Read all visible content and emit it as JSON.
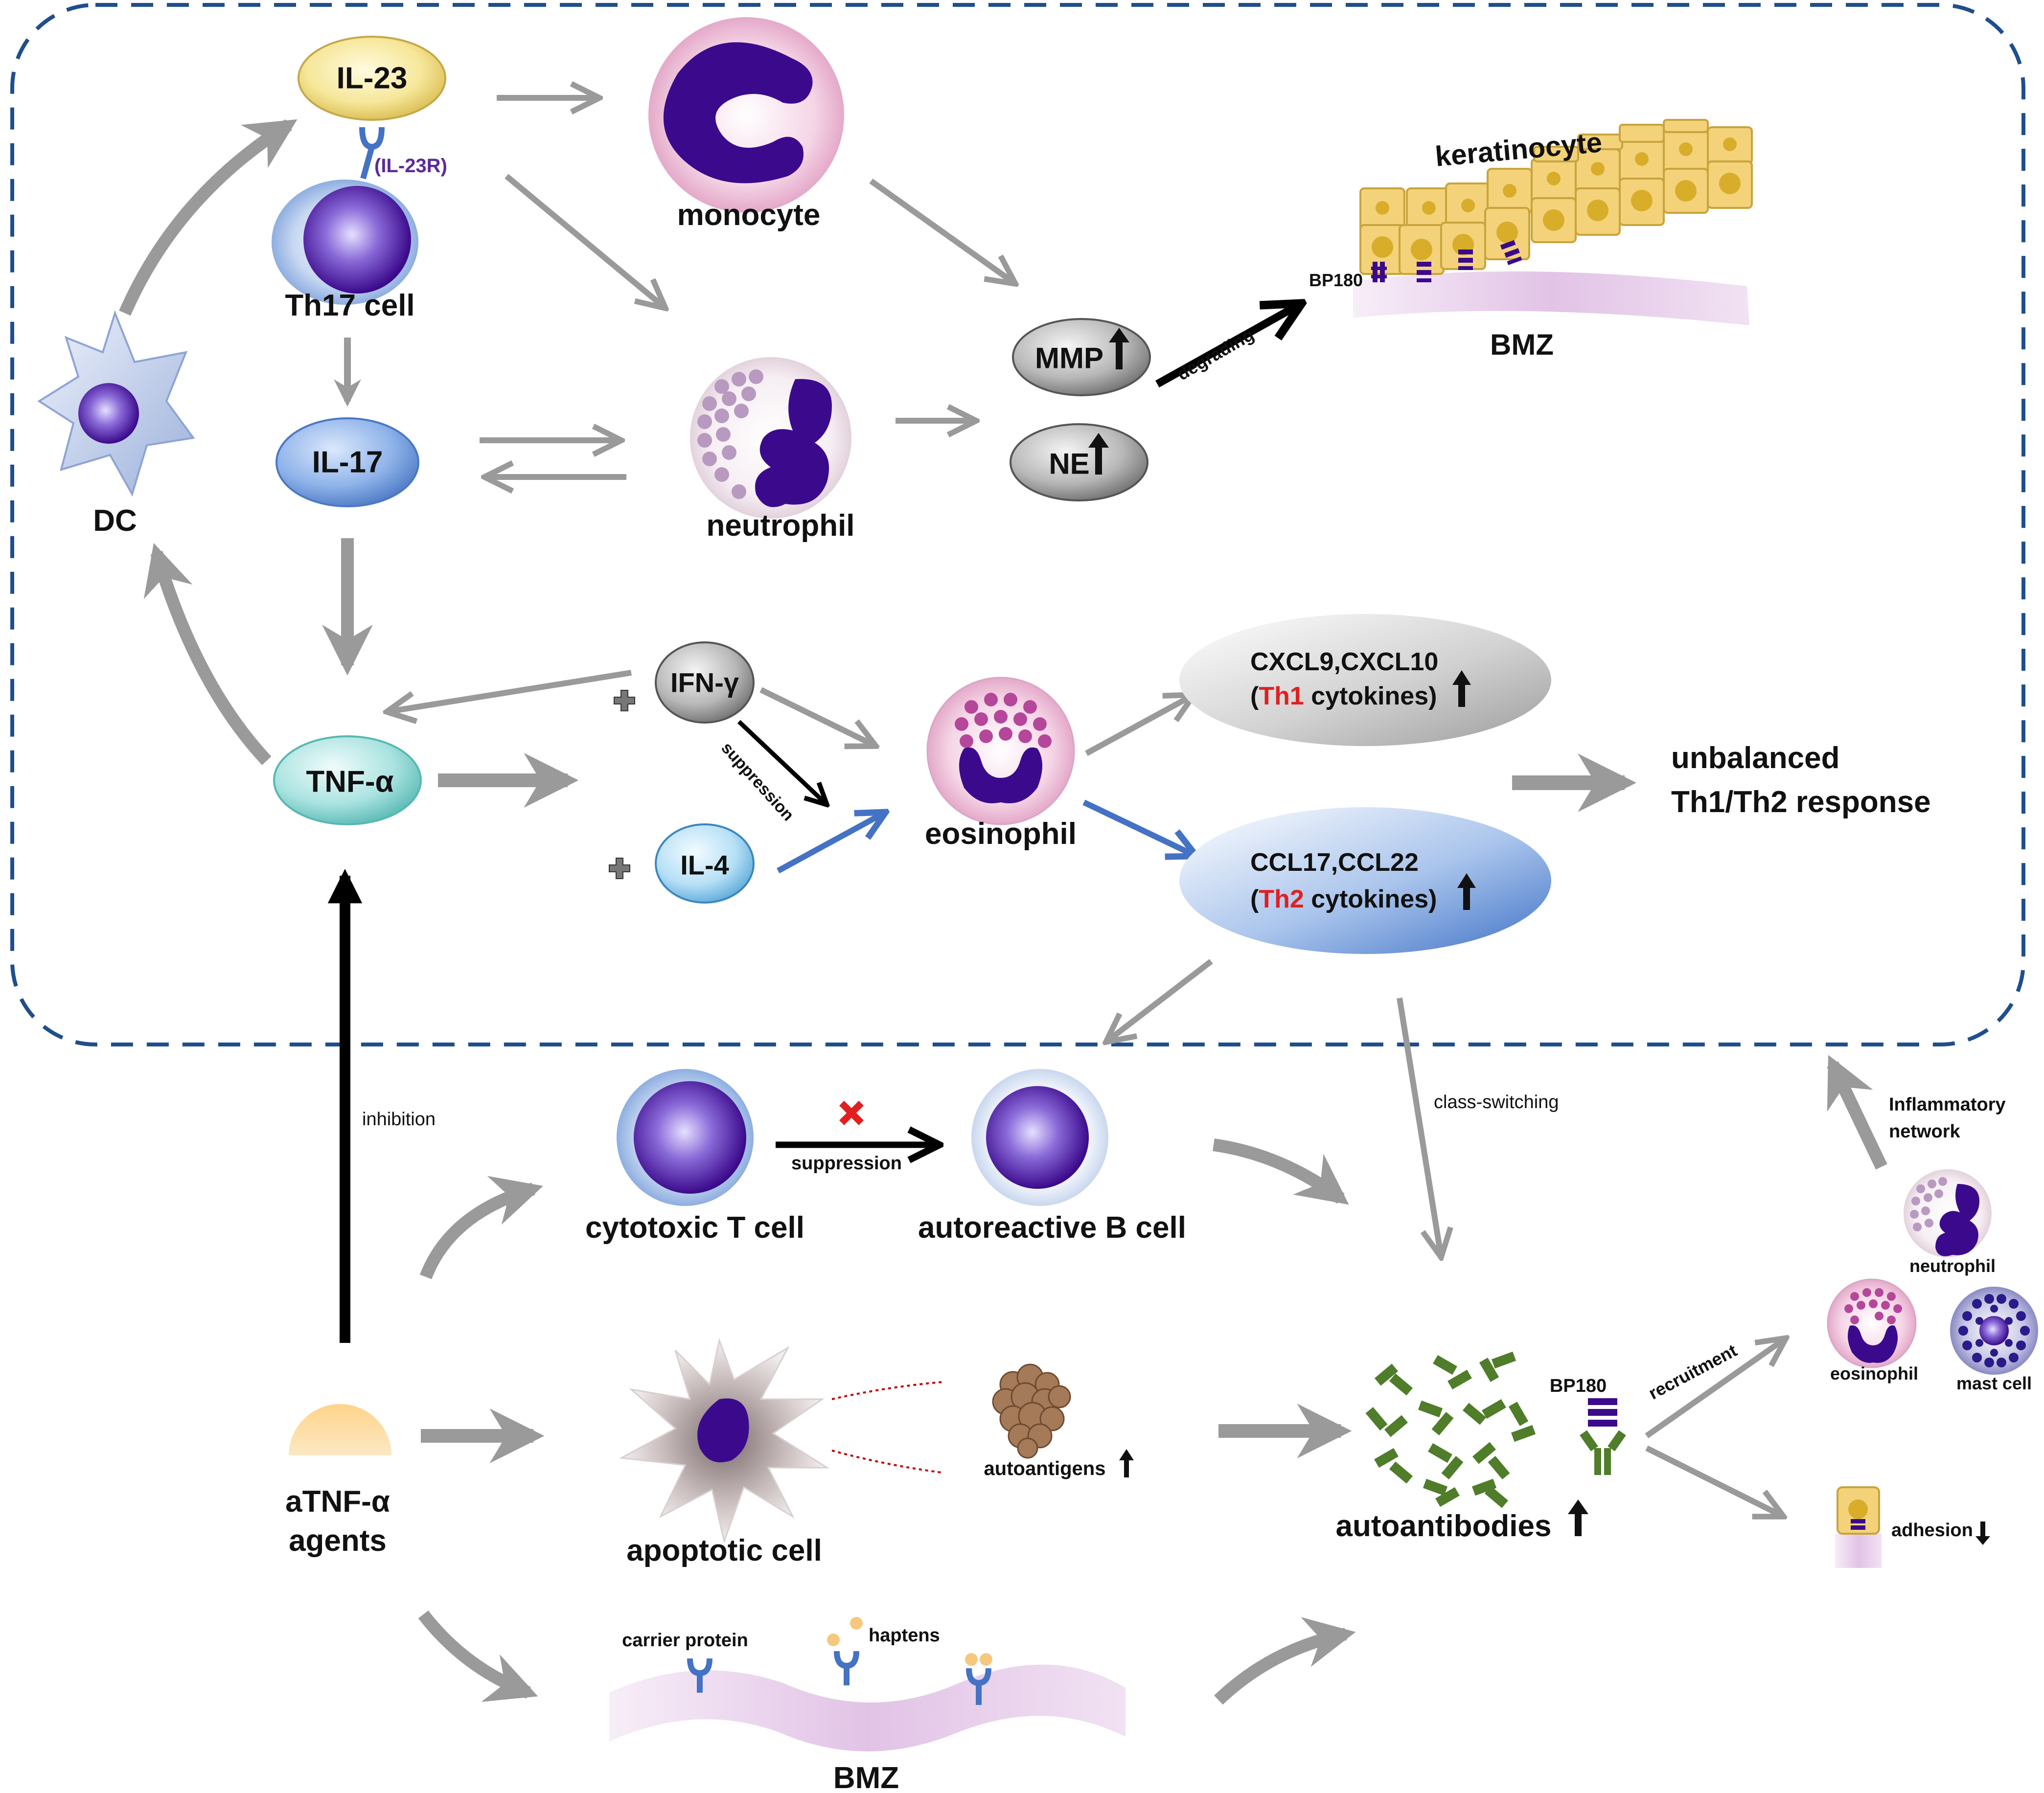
{
  "colors": {
    "frame": "#1f4e8c",
    "gray_arrow": "#9a9a9a",
    "black_arrow": "#000000",
    "blue_arrow": "#4472c4",
    "nucleus": "#3b0a8c",
    "red_text": "#e02020",
    "keratinocyte": "#f3d27a",
    "autoantibody": "#4f7d2a",
    "bmz": "#e8c8e8"
  },
  "top": {
    "il23": "IL-23",
    "il23r": "(IL-23R)",
    "th17": "Th17 cell",
    "monocyte": "monocyte",
    "keratinocyte": "keratinocyte",
    "bp180": "BP180",
    "bmz": "BMZ",
    "mmp": "MMP",
    "ne": "NE",
    "degrading": "degrading",
    "dc": "DC",
    "il17": "IL-17",
    "neutrophil": "neutrophil",
    "tnf": "TNF-α",
    "ifn": "IFN-γ",
    "il4": "IL-4",
    "suppression": "suppression",
    "eosinophil": "eosinophil",
    "th1_line1": "CXCL9,CXCL10",
    "th1_red": "Th1",
    "th1_rest": " cytokines)",
    "th2_line1": "CCL17,CCL22",
    "th2_red": "Th2",
    "th2_rest": " cytokines)",
    "unbalanced_1": "unbalanced",
    "unbalanced_2": "Th1/Th2 response"
  },
  "bottom": {
    "inhibition": "inhibition",
    "cytotoxic": "cytotoxic T cell",
    "suppression": "suppression",
    "autoreactive": "autoreactive B cell",
    "class_switching": "class-switching",
    "inflammatory_1": "Inflammatory",
    "inflammatory_2": "network",
    "neutrophil": "neutrophil",
    "eosinophil": "eosinophil",
    "mast": "mast cell",
    "apoptotic": "apoptotic cell",
    "autoantigens": "autoantigens",
    "atnf_1": "aTNF-α",
    "atnf_2": "agents",
    "autoantibodies": "autoantibodies",
    "bp180": "BP180",
    "recruitment": "recruitment",
    "adhesion": "adhesion",
    "carrier": "carrier protein",
    "haptens": "haptens",
    "bmz": "BMZ"
  }
}
